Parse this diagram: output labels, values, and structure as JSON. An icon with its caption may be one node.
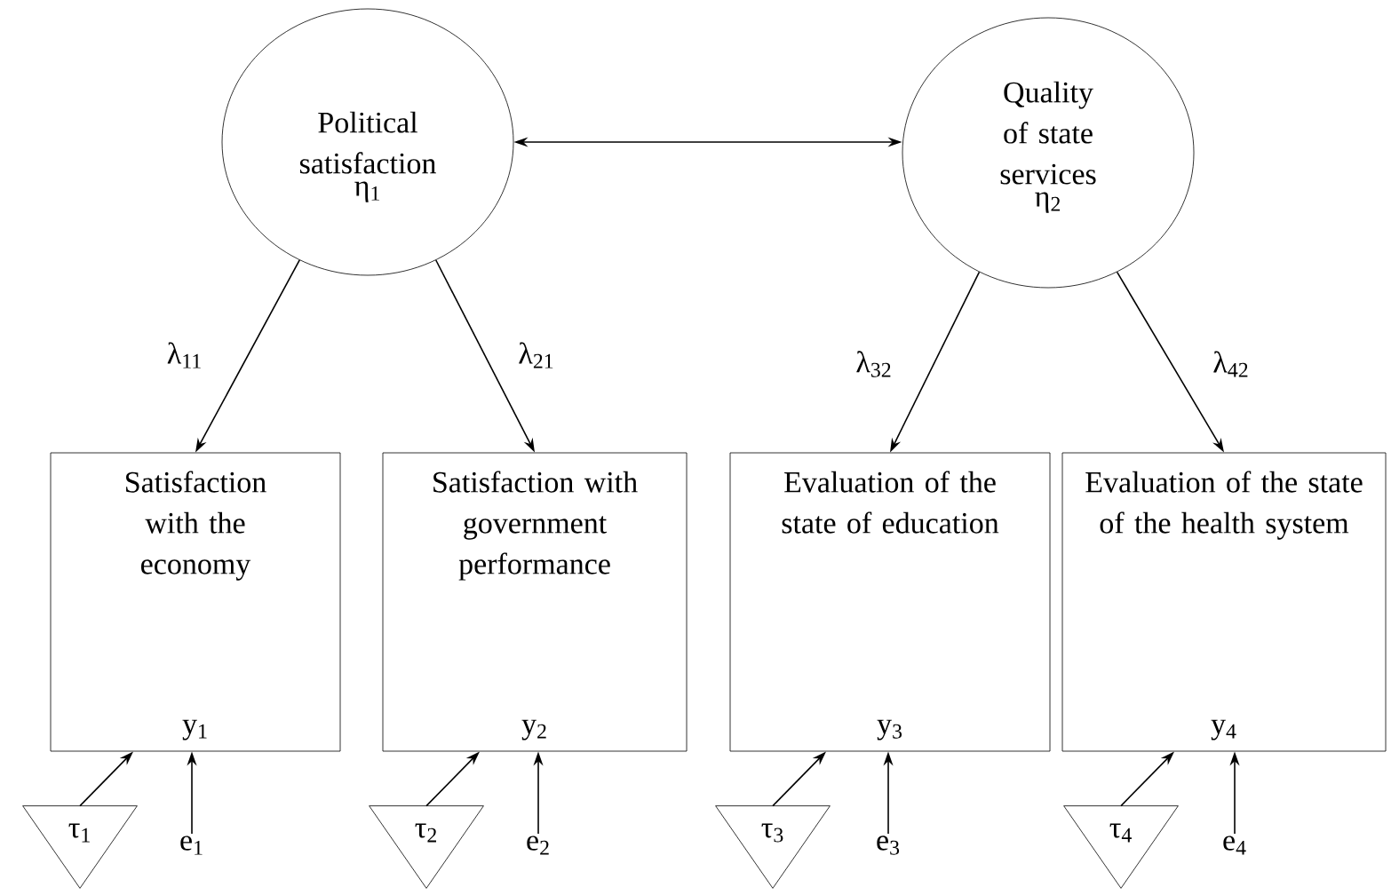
{
  "diagram": {
    "nodes": [
      {
        "text": [
          "Political satisfaction",
          "η$_{1}$"
        ]
      },
      {
        "text": [
          "Quality of state services",
          "η$_{2}$"
        ]
      },
      {
        "text": [
          "Satisfaction with the economy",
          "y$_{1}$"
        ]
      },
      {
        "text": [
          "Satisfaction with government performance",
          "y$_{2}$"
        ]
      },
      {
        "text": [
          "Evaluation of the state of education",
          "y$_{3}$"
        ]
      },
      {
        "text": [
          "Evaluation of the state of the health system",
          "y$_{4}$"
        ]
      },
      {
        "text": [
          "τ$_{1}$"
        ]
      },
      {
        "text": [
          "e$_{1}$"
        ]
      },
      {
        "text": [
          "τ$_{2}$"
        ]
      },
      {
        "text": [
          "e$_{2}$"
        ]
      },
      {
        "text": [
          "τ$_{3}$"
        ]
      },
      {
        "text": [
          "e$_{3}$"
        ]
      },
      {
        "text": [
          "τ$_{4}$"
        ]
      },
      {
        "text": [
          "e$_{4}$"
        ]
      }
    ],
    "edges": [
      {
        "from": 0,
        "to": 1,
        "arrow": "both"
      },
      {
        "from": 0,
        "to": 2,
        "arrow": "to",
        "label": "λ$_{11}$"
      },
      {
        "from": 0,
        "to": 3,
        "arrow": "to",
        "label": "λ$_{21}$"
      },
      {
        "from": 1,
        "to": 4,
        "arrow": "to",
        "label": "λ$_{32}$"
      },
      {
        "from": 1,
        "to": 5,
        "arrow": "to",
        "label": "λ$_{42}$"
      },
      {
        "from": 6,
        "to": 2,
        "arrow": "to"
      },
      {
        "from": 7,
        "to": 2,
        "arrow": "to"
      },
      {
        "from": 8,
        "to": 3,
        "arrow": "to"
      },
      {
        "from": 9,
        "to": 3,
        "arrow": "to"
      },
      {
        "from": 10,
        "to": 4,
        "arrow": "to"
      },
      {
        "from": 11,
        "to": 4,
        "arrow": "to"
      },
      {
        "from": 12,
        "to": 5,
        "arrow": "to"
      },
      {
        "from": 13,
        "to": 5,
        "arrow": "to"
      }
    ]
  }
}
